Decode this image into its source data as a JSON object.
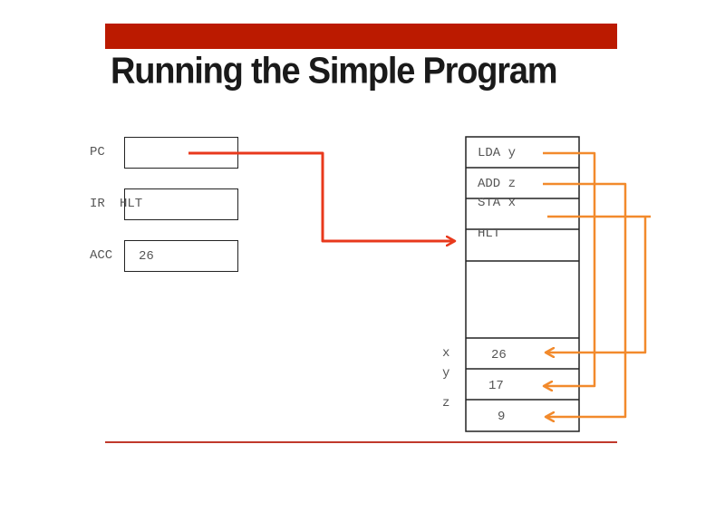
{
  "title": "Running the Simple Program",
  "colors": {
    "header_bar": "#bb1a00",
    "pc_arrow": "#e8391c",
    "data_arrows": "#f28a2c",
    "text": "#555555"
  },
  "registers": [
    {
      "name": "PC",
      "value": ""
    },
    {
      "name": "IR",
      "value": "HLT"
    },
    {
      "name": "ACC",
      "value": "26"
    }
  ],
  "memory": {
    "instructions": [
      "LDA y",
      "ADD z",
      "STA x",
      "HLT"
    ],
    "variables": [
      {
        "name": "x",
        "value": "26"
      },
      {
        "name": "y",
        "value": "17"
      },
      {
        "name": "z",
        "value": "9"
      }
    ]
  }
}
